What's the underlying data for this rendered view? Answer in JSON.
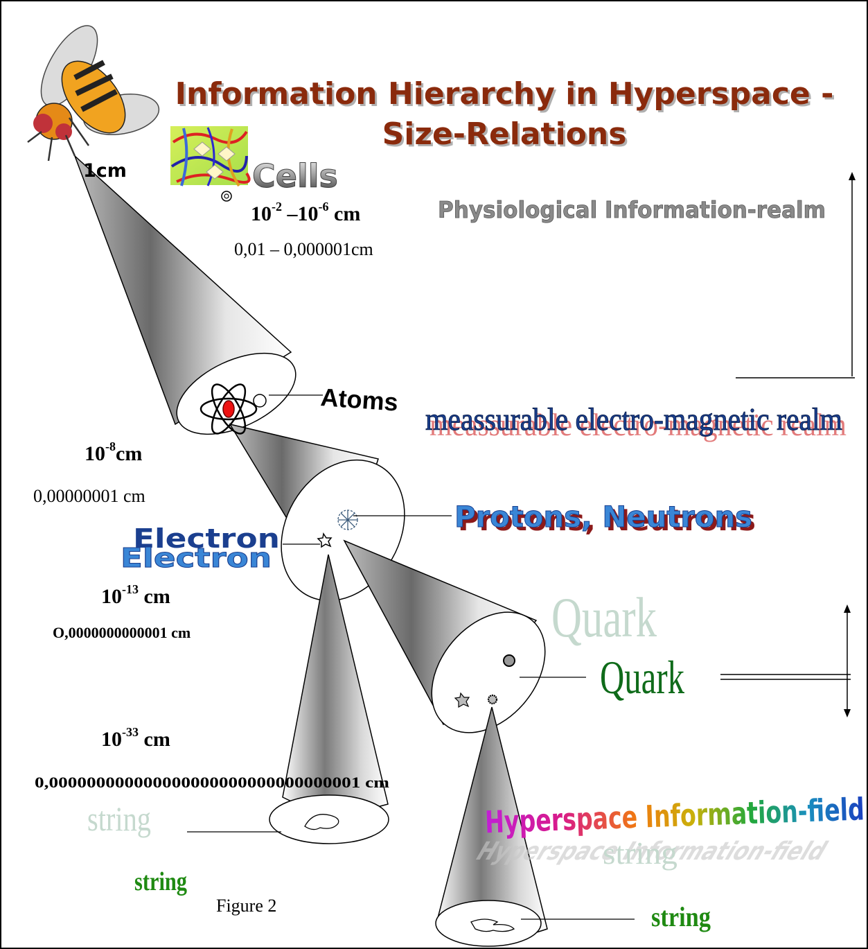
{
  "title": {
    "line1": "Information Hierarchy in Hyperspace -",
    "line2": "Size-Relations"
  },
  "levels": {
    "fly": {
      "label": "1cm"
    },
    "cells": {
      "label": "Cells",
      "size_exp": "10",
      "sup1": "-2",
      "dash": " –10",
      "sup2": "-6",
      "unit": " cm",
      "decimal": "0,01 – 0,000001cm"
    },
    "atoms": {
      "label": "Atoms",
      "size_base": "10",
      "sup": "-8",
      "unit": "cm",
      "decimal": "0,00000001 cm"
    },
    "electron": {
      "label": "Electron"
    },
    "protons": {
      "label": "Protons, Neutrons",
      "size_base": "10",
      "sup": "-13",
      "unit": " cm",
      "decimal": "O,0000000000001 cm"
    },
    "quark": {
      "label": "Quark",
      "shadow": "Quark"
    },
    "string": {
      "size_base": "10",
      "sup": "-33",
      "unit": " cm",
      "decimal": "0,000000000000000000000000000000001 cm",
      "label_left_ghost": "string",
      "label_left": "string",
      "label_right": "string",
      "label_right_ghost": "string"
    }
  },
  "realms": {
    "physiological": "Physiological Information-realm",
    "electromagnetic": "meassurable electro-magnetic realm",
    "hyperspace": "Hyperspace Information-field"
  },
  "caption": "Figure 2",
  "colors": {
    "title": "#8a2a0c",
    "em_realm": "#1b3f8f",
    "em_realm_shadow": "#e27a7a",
    "protons": "#3a86d6",
    "protons_shadow": "#8c1a1a",
    "quark": "#0f6b1a",
    "quark_ghost": "#c5d9ce",
    "string_green": "#1f8a12",
    "string_ghost": "#c5d9ce",
    "physio": "#8a8a8a"
  },
  "icons": [
    "fly-icon",
    "cell-fibers-icon",
    "atom-icon",
    "snowflake-icon",
    "star-icon"
  ]
}
